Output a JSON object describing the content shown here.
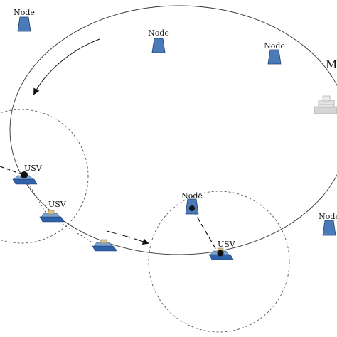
{
  "colors": {
    "node_fill": "#4a7ab8",
    "node_stroke": "#1f3f6e",
    "usv_hull": "#2f62a8",
    "usv_deck": "#7fa4d2",
    "usv_cabin": "#d9c28a",
    "path": "#333333",
    "coverage": "#555555",
    "mothership": "#cfcfcf"
  },
  "icons": {
    "node": "node-tower-icon",
    "usv": "usv-boat-icon",
    "mothership": "mothership-icon",
    "arrow": "arrowhead-icon"
  },
  "nodes": [
    {
      "label": "Node"
    },
    {
      "label": "Node"
    },
    {
      "label": "Node"
    },
    {
      "label": "Node"
    },
    {
      "label": "Node"
    }
  ],
  "usvs": [
    {
      "label": "USV"
    },
    {
      "label": "USV"
    },
    {
      "label": ""
    },
    {
      "label": "USV"
    }
  ],
  "mothership": {
    "label": "M"
  }
}
